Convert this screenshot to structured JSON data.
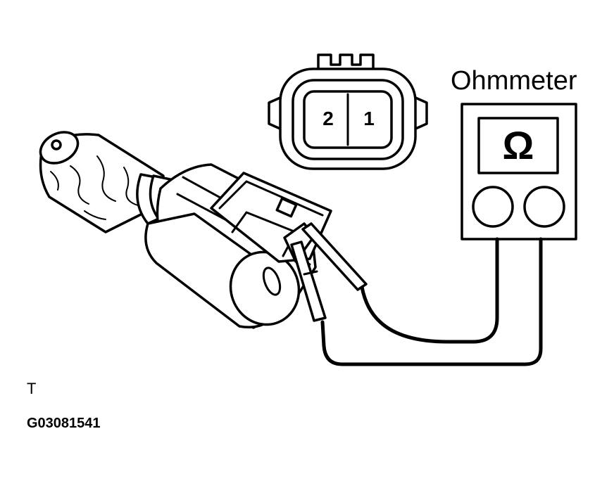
{
  "meter": {
    "label": "Ohmmeter",
    "symbol": "Ω"
  },
  "connector": {
    "pins": [
      "2",
      "1"
    ]
  },
  "figure": {
    "view_letter": "T",
    "code": "G03081541"
  },
  "colors": {
    "ink": "#000000",
    "paper": "#ffffff"
  }
}
